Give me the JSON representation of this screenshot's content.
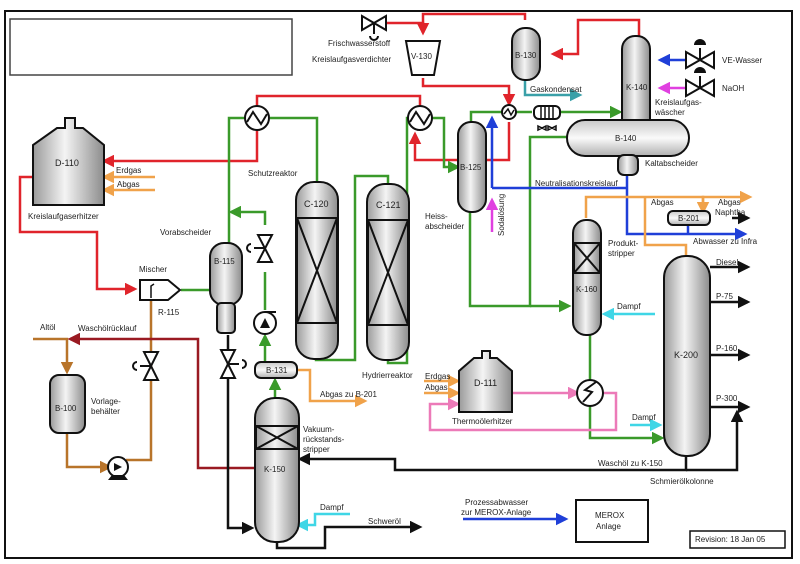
{
  "title_box": {
    "text": ""
  },
  "revision": "Revision: 18 Jan 05",
  "colors": {
    "hydrogen_gas": "#e0242b",
    "oil_product": "#3a9a2a",
    "water": "#1f3fd8",
    "fuel_gas": "#f0a24a",
    "feed_oil": "#b8742a",
    "wash_oil_return": "#9a1a22",
    "heavy_oil": "#111111",
    "thermal_oil": "#ec7ab8",
    "caustic": "#e040e0",
    "steam": "#3fd6e6",
    "condensate": "#3aa0a8"
  },
  "equipment": {
    "d110": {
      "tag": "D-110",
      "name": "Kreislaufgaserhitzer"
    },
    "d111": {
      "tag": "D-111",
      "name": "Thermoölerhitzer"
    },
    "b100": {
      "tag": "B-100",
      "name_line1": "Vorlage-",
      "name_line2": "behälter"
    },
    "r115": {
      "tag": "R-115",
      "name": "Mischer"
    },
    "b115": {
      "tag": "B-115",
      "name": "Vorabscheider"
    },
    "b131": {
      "tag": "B-131"
    },
    "k150": {
      "tag": "K-150",
      "name_line1": "Vakuum-",
      "name_line2": "rückstands-",
      "name_line3": "stripper"
    },
    "c120": {
      "tag": "C-120"
    },
    "c121": {
      "tag": "C-121"
    },
    "schutzreaktor": {
      "name": "Schutzreaktor"
    },
    "hydrierreaktor": {
      "name": "Hydrierreaktor"
    },
    "b125": {
      "tag": "B-125",
      "name_line1": "Heiss-",
      "name_line2": "abscheider"
    },
    "v130": {
      "tag": "V-130",
      "name": "Kreislaufgasverdichter"
    },
    "b130": {
      "tag": "B-130"
    },
    "k140": {
      "tag": "K-140",
      "name_line1": "Kreislaufgas-",
      "name_line2": "wäscher"
    },
    "b140": {
      "tag": "B-140",
      "name": "Kaltabscheider"
    },
    "b201": {
      "tag": "B-201"
    },
    "k160": {
      "tag": "K-160",
      "name_line1": "Produkt-",
      "name_line2": "stripper"
    },
    "k200": {
      "tag": "K-200",
      "name": "Schmierölkolonne"
    },
    "merox": {
      "line1": "MEROX",
      "line2": "Anlage"
    }
  },
  "streams": {
    "frischwasserstoff": "Frischwasserstoff",
    "gaskondensat": "Gaskondensat",
    "ve_wasser": "VE-Wasser",
    "naoh": "NaOH",
    "neutralisationskreislauf": "Neutralisationskreislauf",
    "sodalösung": "Sodalösung",
    "abgas_b201": "Abgas",
    "abgas_out": "Abgas",
    "naphtha": "Naphtha",
    "abwasser": "Abwasser zu Infra",
    "erdgas_d110": "Erdgas",
    "abgas_d110": "Abgas",
    "erdgas_d111": "Erdgas",
    "abgas_d111": "Abgas",
    "altöl": "Altöl",
    "waschölrücklauf": "Waschölrücklauf",
    "abgas_zu_b201": "Abgas zu B-201",
    "dampf_k160": "Dampf",
    "dampf_k200": "Dampf",
    "dampf_k150": "Dampf",
    "schweröl": "Schweröl",
    "waschöl_zu_k150": "Waschöl zu K-150",
    "diesel": "Diesel",
    "p75": "P-75",
    "p160": "P-160",
    "p300": "P-300",
    "prozessabwasser_line1": "Prozessabwasser",
    "prozessabwasser_line2": "zur MEROX-Anlage"
  }
}
